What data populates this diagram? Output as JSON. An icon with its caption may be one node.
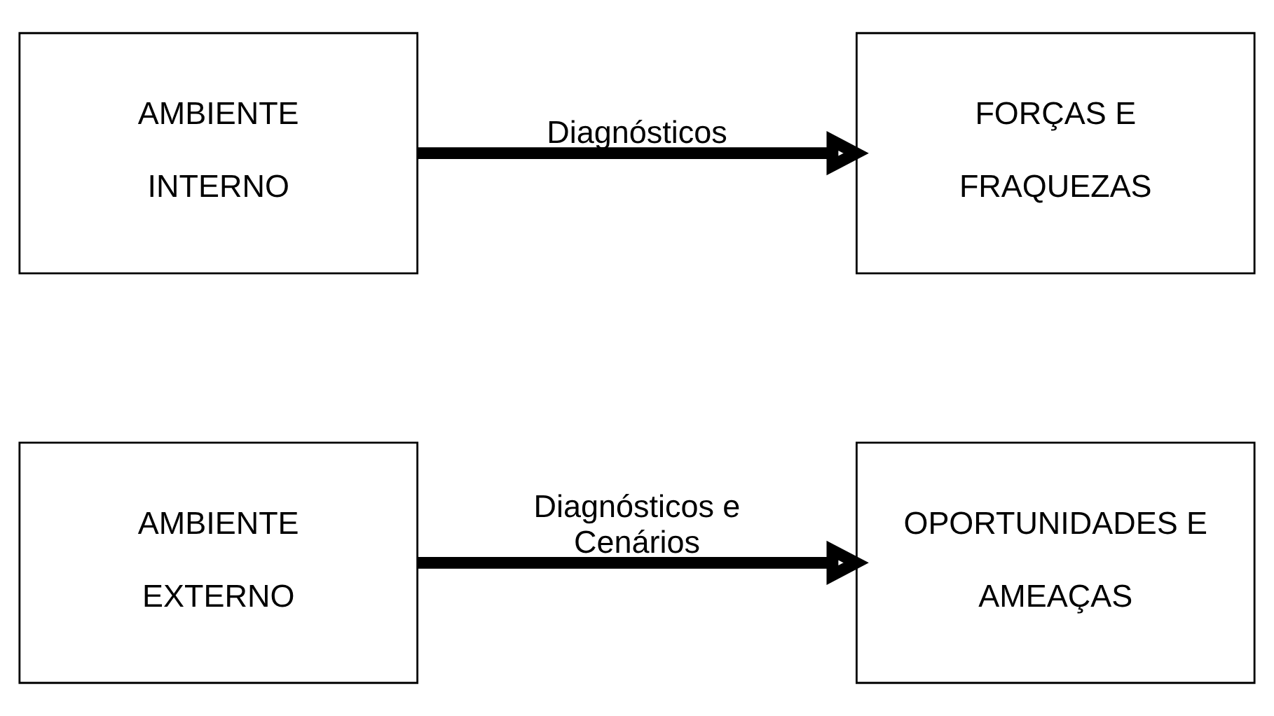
{
  "diagram": {
    "nodes": [
      {
        "text": [
          "AMBIENTE EXTERNO"
        ]
      },
      {
        "text": [
          "OPORTUNIDADES E AMEAÇAS"
        ]
      },
      {
        "text": [
          "AMBIENTE INTERNO"
        ]
      },
      {
        "text": [
          "FORÇAS E FRAQUEZAS"
        ]
      }
    ],
    "edges": [
      {
        "from": 0,
        "to": 1,
        "arrow": "to",
        "label": "Diagnósticos e Cenários"
      },
      {
        "from": 2,
        "to": 3,
        "arrow": "to",
        "label": "Diagnósticos"
      }
    ]
  }
}
